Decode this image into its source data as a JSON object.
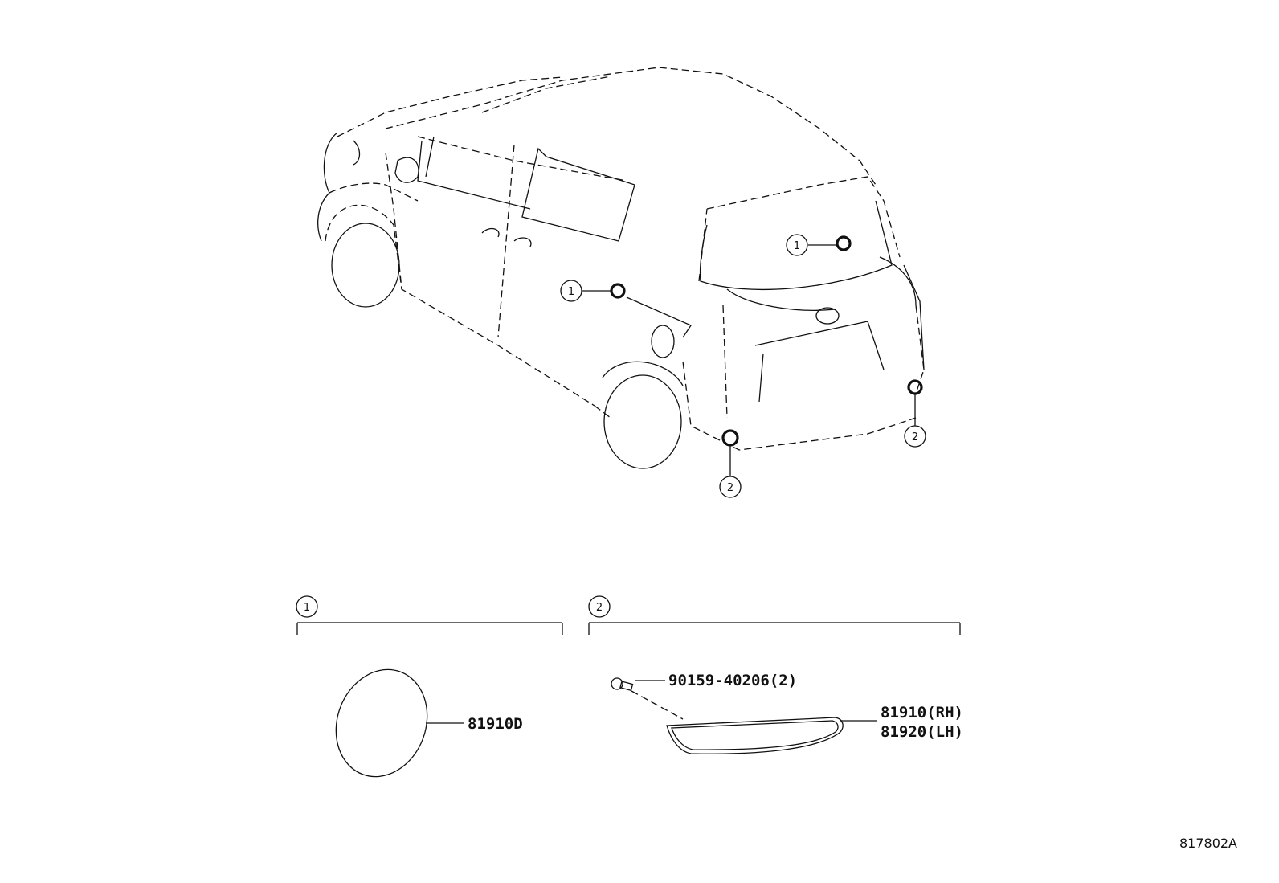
{
  "callouts": {
    "one": "1",
    "two": "2"
  },
  "parts": {
    "group1_part": "81910D",
    "bolt": "90159-40206(2)",
    "reflector_rh": "81910(RH)",
    "reflector_lh": "81920(LH)"
  },
  "reference_code": "817802A"
}
